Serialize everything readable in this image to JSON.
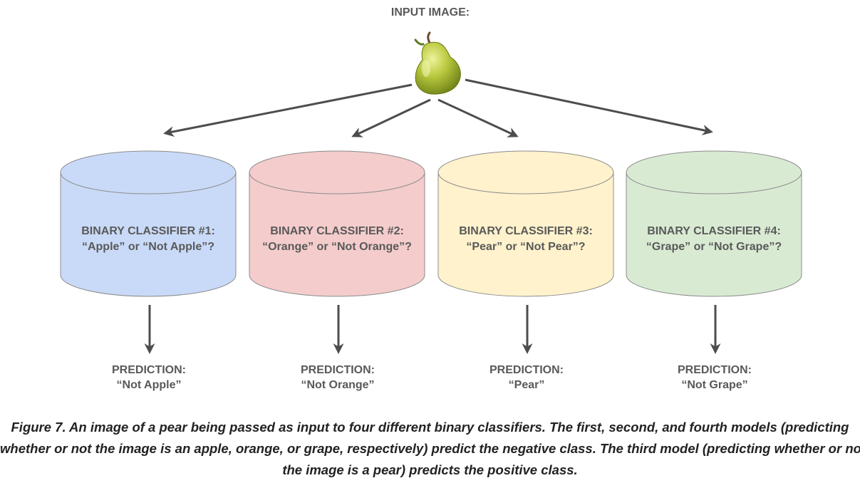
{
  "input_heading": "INPUT IMAGE:",
  "input_image_icon": "pear-icon",
  "colors": {
    "arrow": "#4d4d4d",
    "outline": "#8c8c8c",
    "text": "#595959",
    "caption": "#222222",
    "pear_light": "#d7e36a",
    "pear_dark": "#7c8f1e",
    "stem": "#6b4a2a"
  },
  "classifiers": [
    {
      "title": "BINARY CLASSIFIER #1:",
      "question": "“Apple” or “Not Apple”?",
      "fill": "#c9daf8",
      "prediction_label": "PREDICTION:",
      "prediction_value": "“Not Apple”"
    },
    {
      "title": "BINARY CLASSIFIER #2:",
      "question": "“Orange” or “Not Orange”?",
      "fill": "#f4cccc",
      "prediction_label": "PREDICTION:",
      "prediction_value": "“Not Orange”"
    },
    {
      "title": "BINARY CLASSIFIER #3:",
      "question": "“Pear” or “Not Pear”?",
      "fill": "#fff2cc",
      "prediction_label": "PREDICTION:",
      "prediction_value": "“Pear”"
    },
    {
      "title": "BINARY CLASSIFIER #4:",
      "question": "“Grape” or “Not Grape”?",
      "fill": "#d9ead3",
      "prediction_label": "PREDICTION:",
      "prediction_value": "“Not Grape”"
    }
  ],
  "caption_lines": [
    "Figure 7. An image of a pear being passed as input to four different binary classifiers. The first, second, and fourth models (predicting",
    "whether or not the image is an apple, orange, or grape, respectively) predict the negative class. The third model (predicting whether or not",
    "the image is a pear) predicts the positive class."
  ]
}
